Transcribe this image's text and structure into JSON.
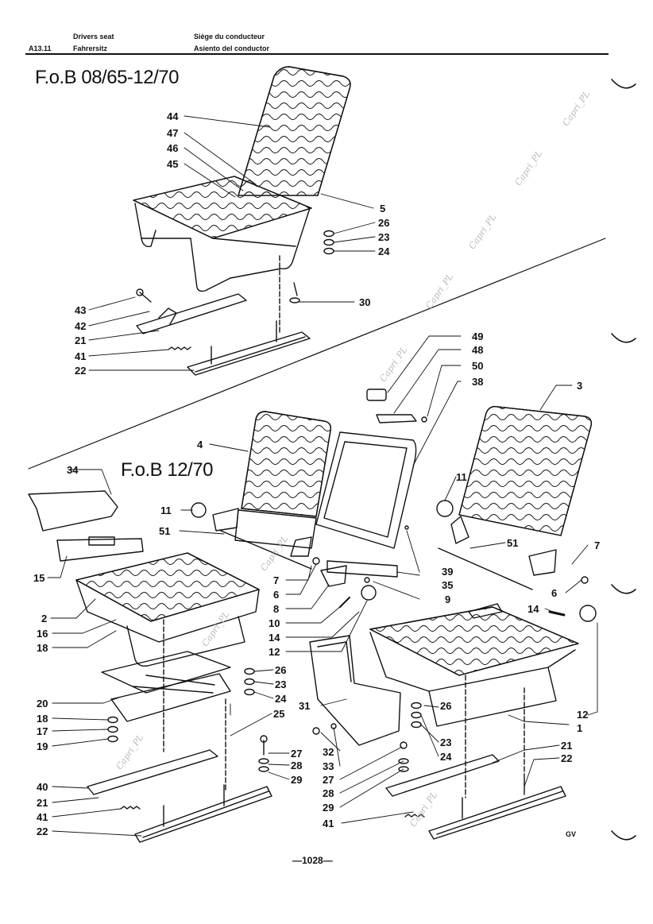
{
  "header": {
    "code": "A13.11",
    "title_en": "Drivers seat",
    "title_de": "Fahrersitz",
    "title_fr": "Siège du conducteur",
    "title_es": "Asiento del conductor"
  },
  "sections": {
    "upper": "F.o.B 08/65-12/70",
    "lower": "F.o.B 12/70"
  },
  "watermark": "Capri_PL",
  "artist_mark": "GV",
  "page_number": "—1028—",
  "callouts": [
    "44",
    "47",
    "46",
    "45",
    "5",
    "26",
    "23",
    "24",
    "43",
    "42",
    "21",
    "41",
    "22",
    "30",
    "49",
    "48",
    "50",
    "38",
    "3",
    "4",
    "34",
    "11",
    "51",
    "15",
    "7",
    "6",
    "8",
    "10",
    "14",
    "12",
    "35",
    "39",
    "9",
    "2",
    "16",
    "18",
    "26",
    "23",
    "20",
    "24",
    "25",
    "18",
    "17",
    "19",
    "27",
    "28",
    "29",
    "40",
    "21",
    "41",
    "22",
    "11",
    "51",
    "7",
    "6",
    "14",
    "12",
    "1",
    "31",
    "26",
    "32",
    "33",
    "27",
    "28",
    "29",
    "41",
    "23",
    "24",
    "21",
    "22"
  ]
}
